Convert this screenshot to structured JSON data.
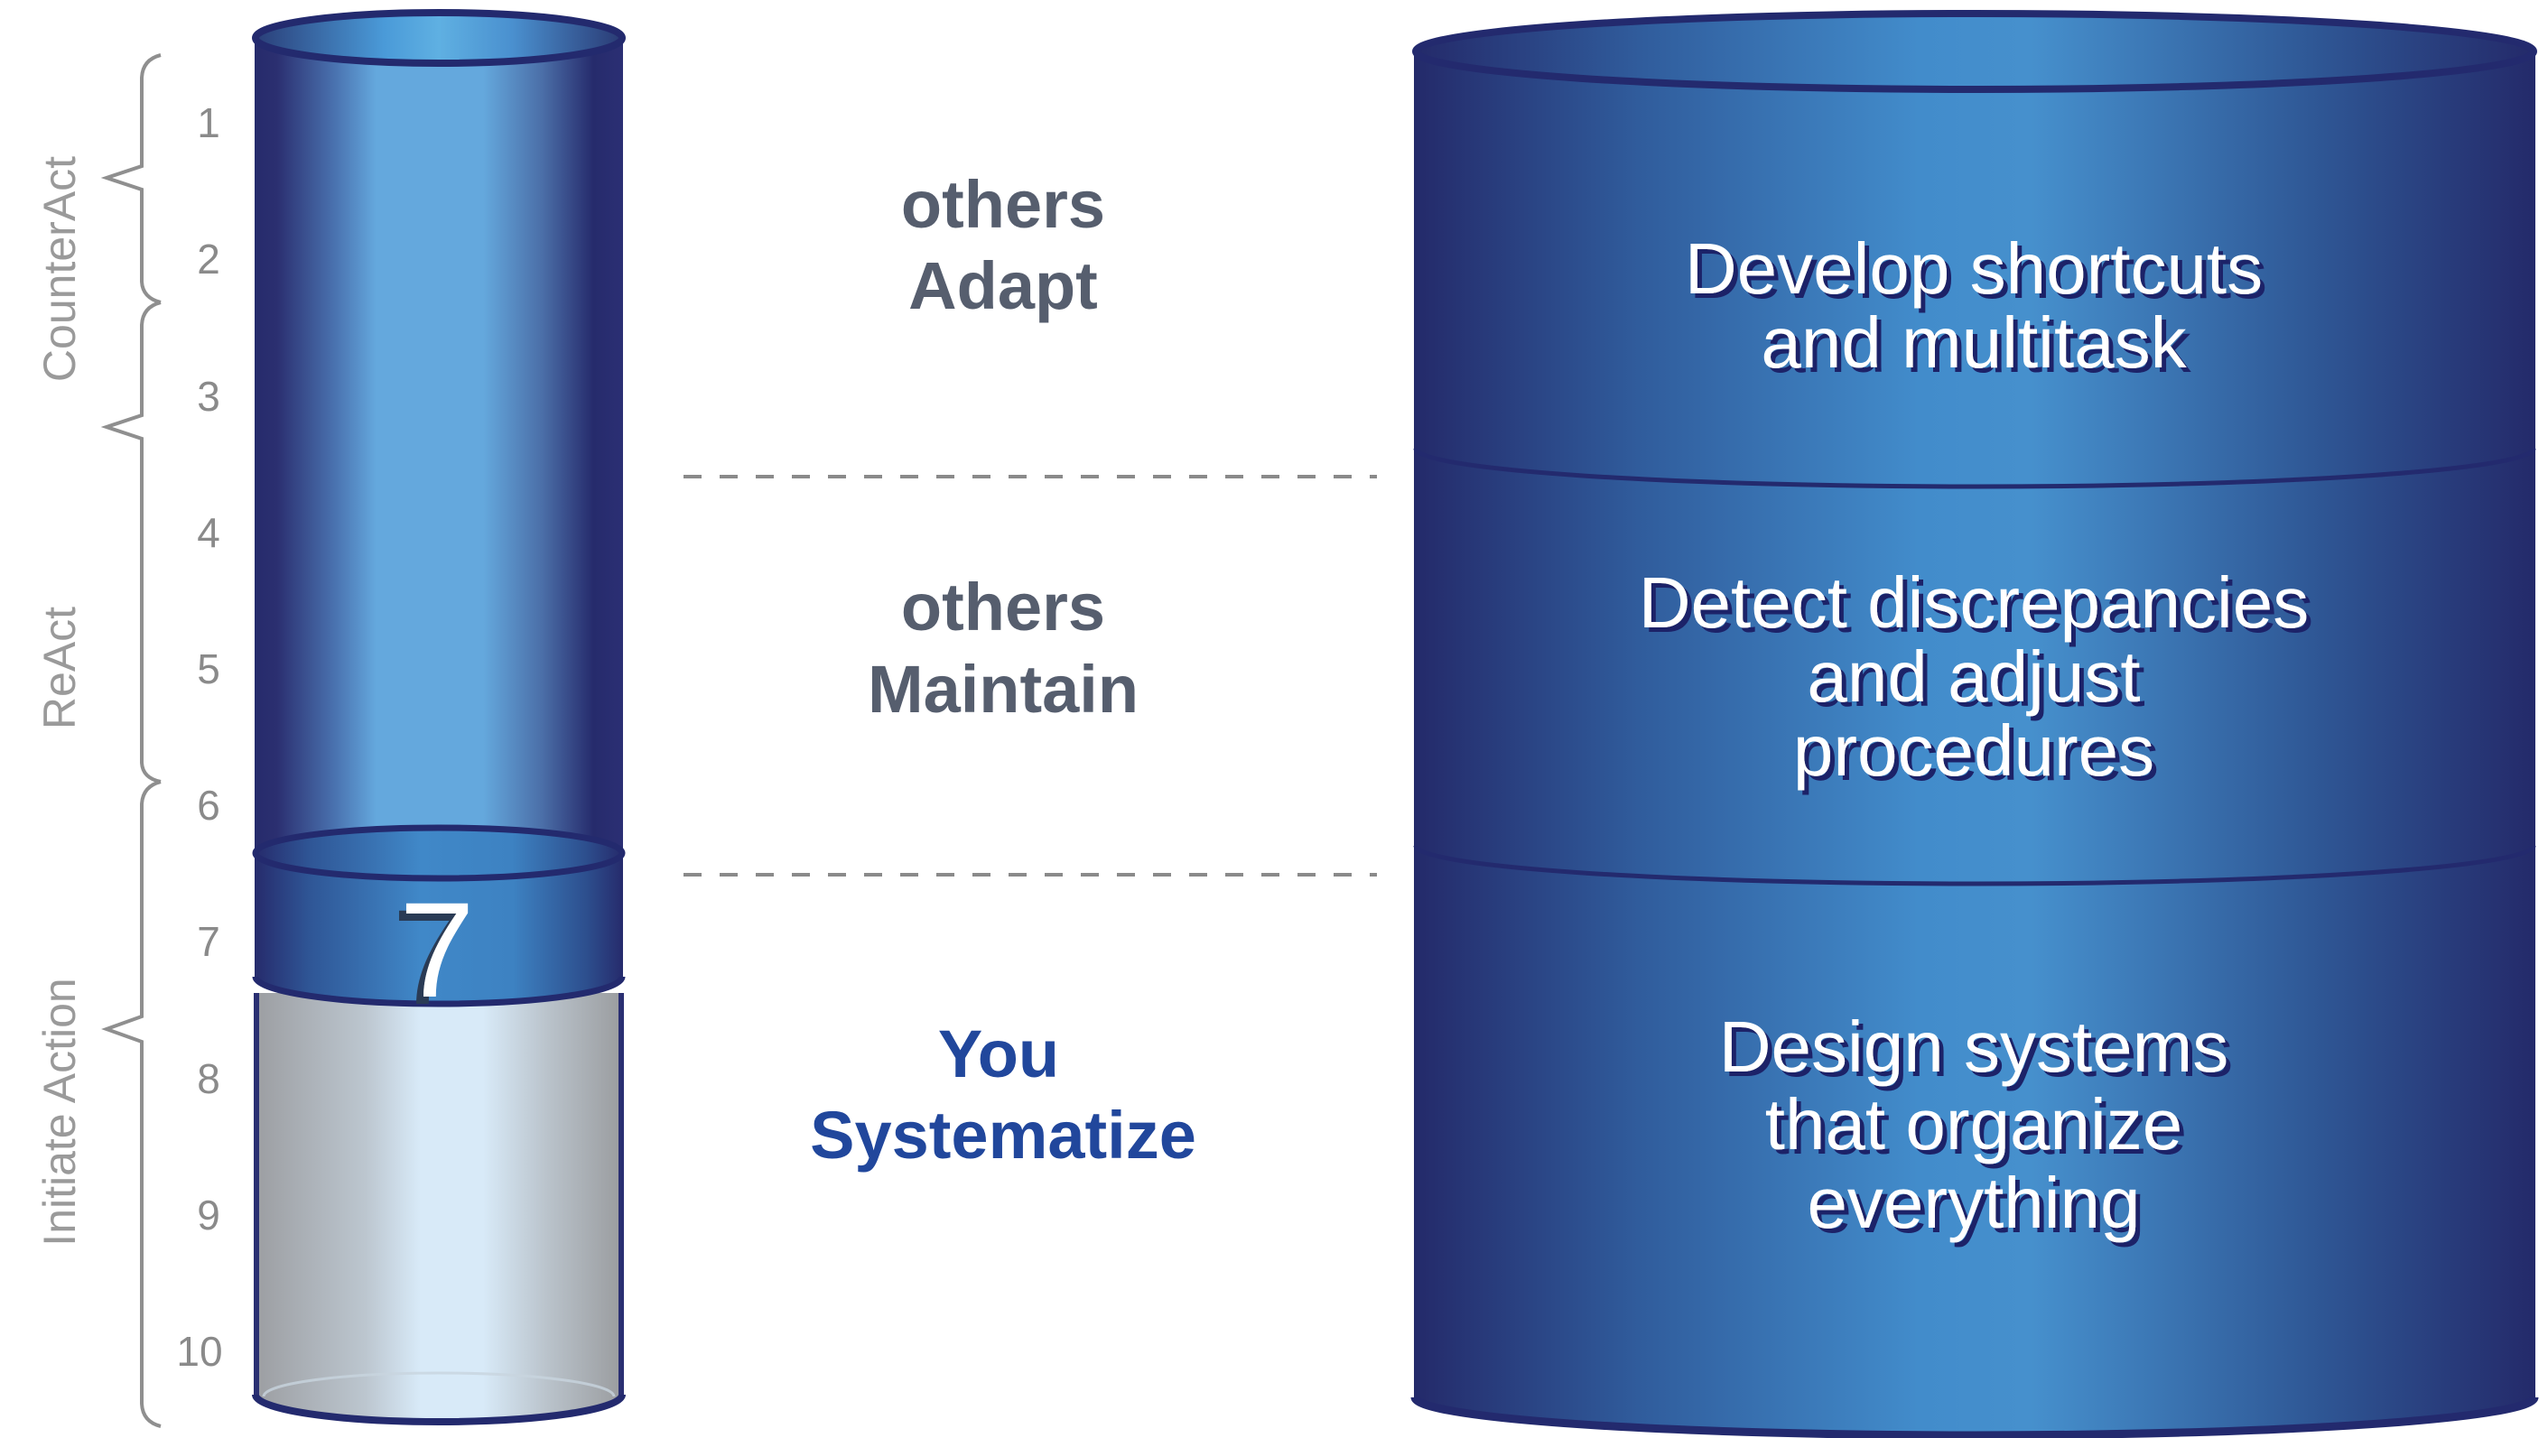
{
  "scale": {
    "levels": [
      "1",
      "2",
      "3",
      "4",
      "5",
      "6",
      "7",
      "8",
      "9",
      "10"
    ],
    "current_level": 7,
    "current_level_label": "7",
    "groups": [
      {
        "label": "CounterAct",
        "levels": [
          1,
          3
        ]
      },
      {
        "label": "ReAct",
        "levels": [
          4,
          6
        ]
      },
      {
        "label": "Initiate Action",
        "levels": [
          7,
          10
        ]
      }
    ]
  },
  "tiers": [
    {
      "line1": "others",
      "line2": "Adapt",
      "description": [
        "Develop shortcuts",
        "and multitask"
      ],
      "highlight": false
    },
    {
      "line1": "others",
      "line2": "Maintain",
      "description": [
        "Detect discrepancies",
        "and adjust",
        "procedures"
      ],
      "highlight": false
    },
    {
      "line1": "You",
      "line2": "Systematize",
      "description": [
        "Design systems",
        "that organize",
        "everything"
      ],
      "highlight": true
    }
  ],
  "colors": {
    "navy": "#232a6e",
    "cyl_light": "#66aade",
    "cyl_mid": "#3f86c8",
    "gray_fill": "#d6e8f6",
    "text_gray": "#565e6e",
    "text_blue": "#21479c",
    "bracket": "#8f8f8f"
  }
}
